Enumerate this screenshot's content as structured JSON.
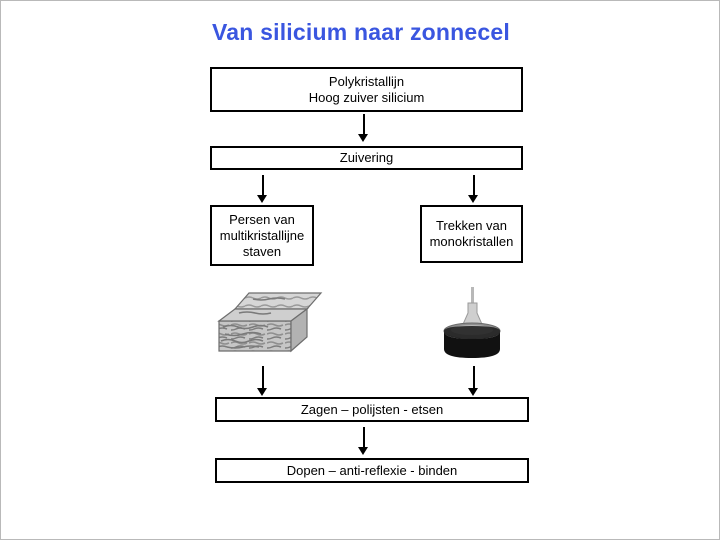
{
  "slide": {
    "title": "Van silicium naar zonnecel",
    "title_color": "#3a56e0",
    "background_color": "#ffffff",
    "box_border_color": "#000000",
    "box_gradient_from": "#9e9e24",
    "box_gradient_to": "#e5e5a2"
  },
  "flow": {
    "nodes": [
      {
        "id": "polykristallijn",
        "lines": [
          "Polykristallijn",
          "Hoog zuiver silicium"
        ]
      },
      {
        "id": "zuivering",
        "lines": [
          "Zuivering"
        ]
      },
      {
        "id": "persen",
        "lines": [
          "Persen van",
          "multikristallijne",
          "staven"
        ]
      },
      {
        "id": "trekken",
        "lines": [
          "Trekken van",
          "monokristallen"
        ]
      },
      {
        "id": "zagen",
        "lines": [
          "Zagen – polijsten - etsen"
        ]
      },
      {
        "id": "dopen",
        "lines": [
          "Dopen – anti-reflexie - binden"
        ]
      }
    ],
    "images": [
      {
        "id": "multicrystalline-ingot",
        "icon": "multicrystalline-silicon-block-image",
        "alt": "Multikristallijn siliciumblok"
      },
      {
        "id": "czochralski-crucible",
        "icon": "czochralski-crystal-pulling-image",
        "alt": "Kristaltrekken uit smeltkroes"
      }
    ],
    "arrows": [
      {
        "id": "polykristallijn-to-zuivering",
        "icon": "down-arrow-icon"
      },
      {
        "id": "zuivering-to-persen",
        "icon": "down-arrow-icon"
      },
      {
        "id": "zuivering-to-trekken",
        "icon": "down-arrow-icon"
      },
      {
        "id": "ingot-to-zagen",
        "icon": "down-arrow-icon"
      },
      {
        "id": "crucible-to-zagen",
        "icon": "down-arrow-icon"
      },
      {
        "id": "zagen-to-dopen",
        "icon": "down-arrow-icon"
      }
    ]
  }
}
